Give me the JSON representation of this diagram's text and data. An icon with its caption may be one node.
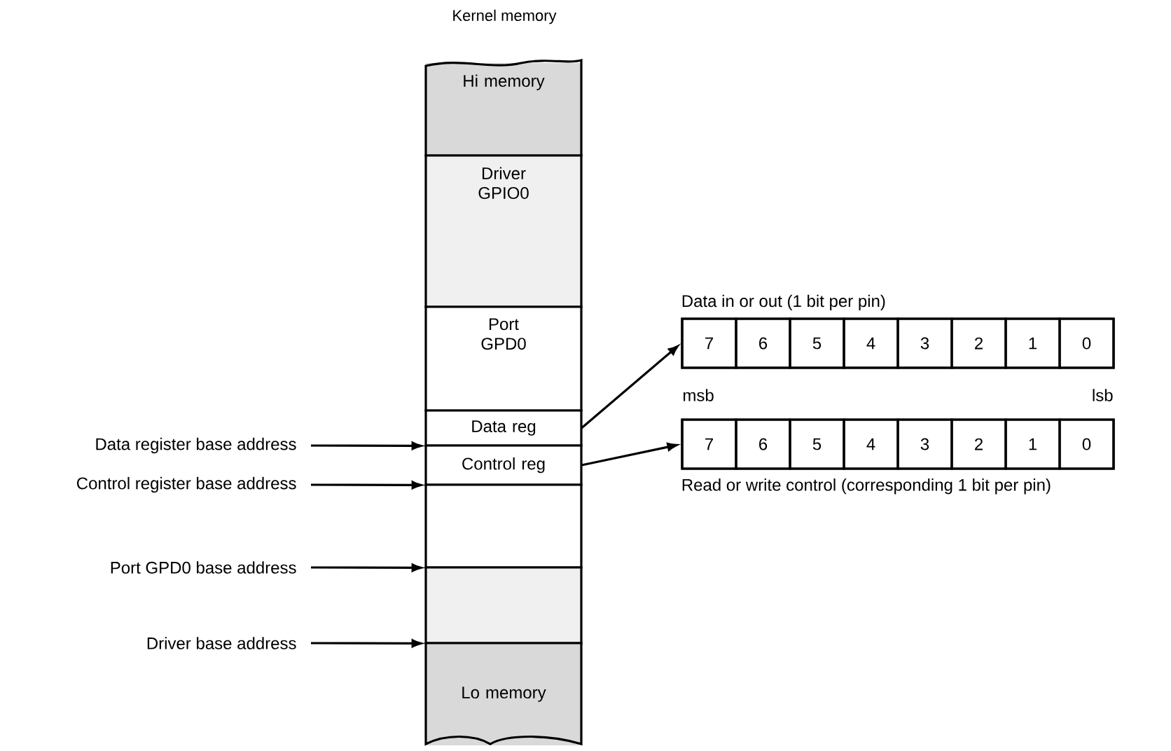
{
  "diagram": {
    "title": "Kernel memory",
    "nodes": [
      {
        "text": [
          "Hi memory"
        ]
      },
      {
        "text": [
          "Driver GPIO0"
        ]
      },
      {
        "text": [
          "Port GPD0"
        ]
      },
      {
        "text": [
          "Data reg"
        ]
      },
      {
        "text": [
          "Control reg"
        ]
      },
      {
        "text": [],
        "shape": "box"
      },
      {
        "text": [],
        "shape": "box"
      },
      {
        "text": [
          "Lo memory"
        ]
      },
      {
        "text": [
          "Data in or out (1 bit per pin)"
        ]
      },
      {
        "text": [
          "7"
        ],
        "in": 8
      },
      {
        "text": [
          "6"
        ],
        "in": 8
      },
      {
        "text": [
          "5"
        ],
        "in": 8
      },
      {
        "text": [
          "4"
        ],
        "in": 8
      },
      {
        "text": [
          "3"
        ],
        "in": 8
      },
      {
        "text": [
          "2"
        ],
        "in": 8
      },
      {
        "text": [
          "1"
        ],
        "in": 8
      },
      {
        "text": [
          "0"
        ],
        "in": 8
      },
      {
        "text": [
          "Read or write control (corresponding 1 bit per pin)"
        ]
      },
      {
        "text": [
          "7"
        ],
        "in": 17
      },
      {
        "text": [
          "6"
        ],
        "in": 17
      },
      {
        "text": [
          "5"
        ],
        "in": 17
      },
      {
        "text": [
          "4"
        ],
        "in": 17
      },
      {
        "text": [
          "3"
        ],
        "in": 17
      },
      {
        "text": [
          "2"
        ],
        "in": 17
      },
      {
        "text": [
          "1"
        ],
        "in": 17
      },
      {
        "text": [
          "0"
        ],
        "in": 17
      },
      {
        "text": [
          "Data register base address"
        ]
      },
      {
        "text": [
          "Control register base address"
        ]
      },
      {
        "text": [
          "Port GPD0 base address"
        ]
      },
      {
        "text": [
          "Driver base address"
        ]
      }
    ],
    "edges": [
      {
        "from": 3,
        "to": 8,
        "arrow": "to"
      },
      {
        "from": 4,
        "to": 17,
        "arrow": "to"
      },
      {
        "from": 26,
        "to": 3,
        "arrow": "to"
      },
      {
        "from": 27,
        "to": 4,
        "arrow": "to"
      },
      {
        "from": 28,
        "to": 5,
        "arrow": "to"
      },
      {
        "from": 29,
        "to": 6,
        "arrow": "to"
      }
    ],
    "labels": [
      "msb",
      "lsb"
    ]
  }
}
